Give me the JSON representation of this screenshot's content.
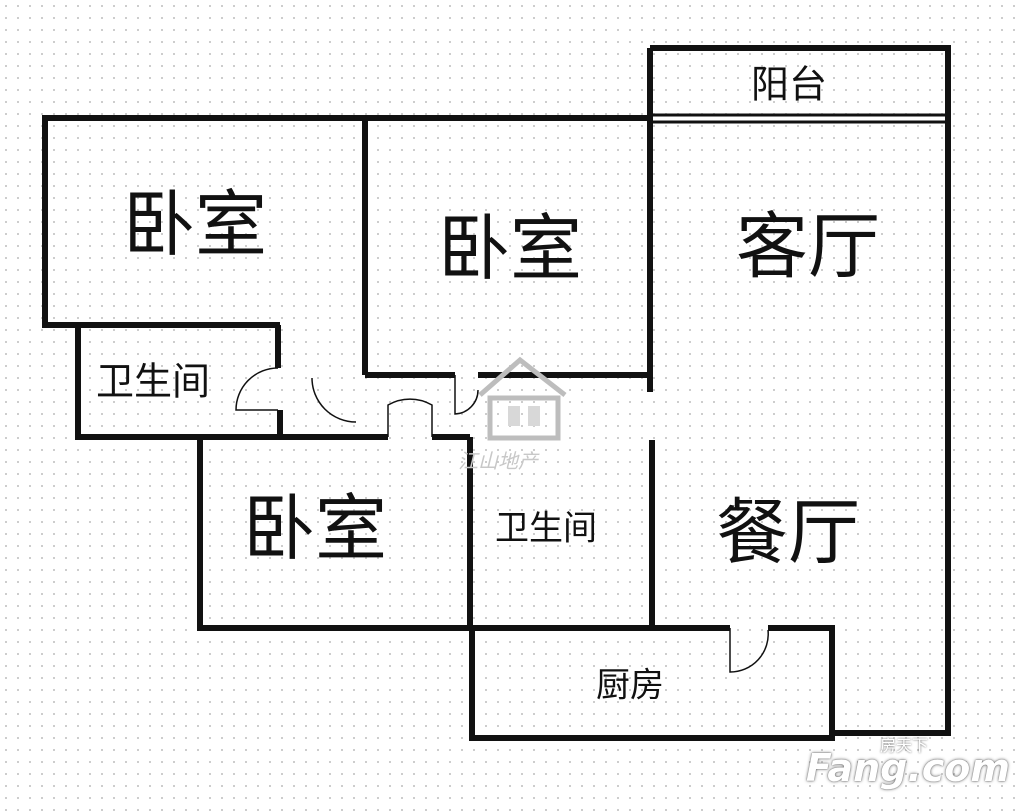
{
  "rooms": {
    "balcony": "阳台",
    "bedroom_a": "卧室",
    "bedroom_b": "卧室",
    "bedroom_c": "卧室",
    "living_room": "客厅",
    "dining_room": "餐厅",
    "bathroom_a": "卫生间",
    "bathroom_b": "卫生间",
    "kitchen": "厨房"
  },
  "watermark": {
    "text": "江山地产"
  },
  "brand": {
    "name": "Fang.com",
    "subtitle": "房天下"
  },
  "colors": {
    "wall": "#111111",
    "watermark": "#c8c8c8",
    "background_dots": "#c9c9c9"
  }
}
